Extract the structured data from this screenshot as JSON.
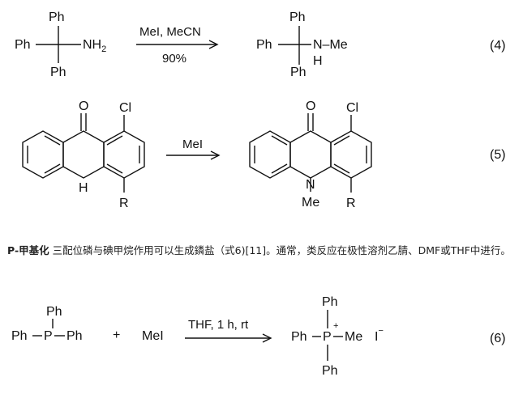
{
  "reaction4": {
    "ph": "Ph",
    "nh": "NH",
    "nh_sub": "2",
    "reagent": "MeI, MeCN",
    "yield": "90%",
    "n_me": "N–Me",
    "h": "H",
    "eq_no": "(4)"
  },
  "reaction5": {
    "o": "O",
    "cl": "Cl",
    "h": "H",
    "n": "N",
    "r": "R",
    "me": "Me",
    "reagent": "MeI",
    "eq_no": "(5)"
  },
  "paragraph": {
    "heading": "P-甲基化",
    "text": " 三配位磷与碘甲烷作用可以生成鏻盐（式6)[11]。通常，类反应在极性溶剂乙腈、DMF或THF中进行。"
  },
  "reaction6": {
    "ph": "Ph",
    "p": "P",
    "plus": "+",
    "mei": "MeI",
    "reagent": "THF, 1 h, rt",
    "charge": "+",
    "me": "Me",
    "iodide": "I",
    "minus": "−",
    "eq_no": "(6)"
  }
}
